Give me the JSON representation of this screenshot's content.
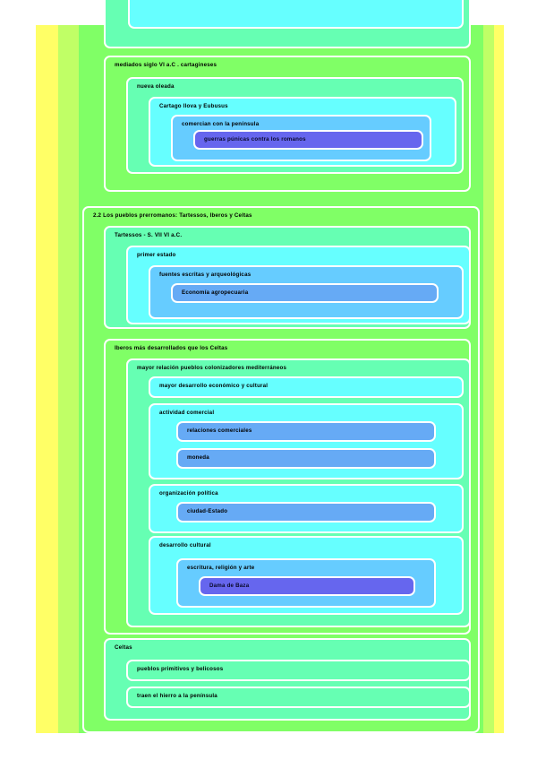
{
  "document": {
    "kind": "nested-outline-mindmap",
    "language": "es",
    "palette": {
      "level0_yellow": "#ffff66",
      "level1_yellow_green": "#c0ff66",
      "level2_green": "#80ff66",
      "level3_mint": "#66ffb3",
      "level4_cyan": "#66ffff",
      "level5_sky": "#66ccff",
      "level6_blue": "#66aaf5",
      "level7_indigo": "#6666ee",
      "border": "#ffffff",
      "text": "#000000",
      "page_background": "#ffffff"
    }
  },
  "nodes": {
    "cut_off_top": {
      "note": "box continued from previous page (cropped at top edge)"
    },
    "carthaginians": {
      "label": "mediados siglo VI a.C . cartagineses",
      "child": {
        "label": "nueva oleada",
        "child": {
          "label": "Cartago llova y Eubusus",
          "child": {
            "label": "comercian con  la península",
            "child": {
              "label": "guerras púnicas contra los romanos"
            }
          }
        }
      }
    },
    "section_2_2": {
      "label": "2.2 Los pueblos prerromanos: Tartessos, Iberos y Celtas",
      "tartessos": {
        "label": "Tartessos - S. VII VI a.C.",
        "child": {
          "label": "primer estado",
          "child": {
            "label": "fuentes escritas y arqueológicas",
            "child": {
              "label": "Economía agropecuaria"
            }
          }
        }
      },
      "iberos": {
        "label": "Iberos más desarrollados que los Celtas",
        "child": {
          "label": "mayor relación pueblos colonizadores mediterráneos",
          "items": [
            {
              "label": "mayor desarrollo económico y cultural"
            },
            {
              "label": "actividad comercial",
              "children": [
                {
                  "label": "relaciones comerciales"
                },
                {
                  "label": "moneda"
                }
              ]
            },
            {
              "label": "organización política",
              "children": [
                {
                  "label": "ciudad-Estado"
                }
              ]
            },
            {
              "label": "desarrollo cultural",
              "children": [
                {
                  "label": "escritura, religión y arte",
                  "child": {
                    "label": "Dama de Baza"
                  }
                }
              ]
            }
          ]
        }
      },
      "celtas": {
        "label": "Celtas",
        "children": [
          {
            "label": "pueblos primitivos y belicosos"
          },
          {
            "label": "traen el hierro a la península"
          }
        ]
      }
    }
  }
}
